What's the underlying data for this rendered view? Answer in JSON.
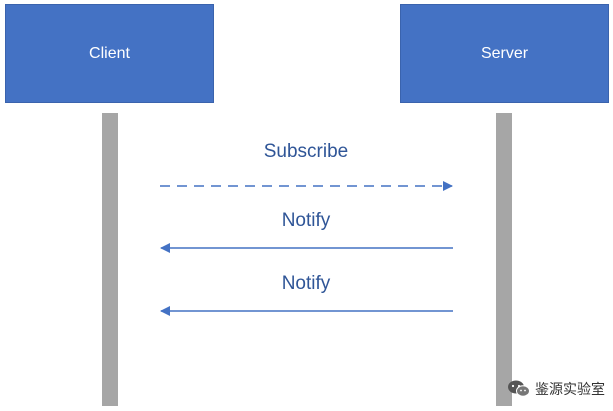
{
  "participants": {
    "client": "Client",
    "server": "Server"
  },
  "messages": [
    {
      "label": "Subscribe",
      "from": "client",
      "to": "server",
      "style": "dashed"
    },
    {
      "label": "Notify",
      "from": "server",
      "to": "client",
      "style": "solid"
    },
    {
      "label": "Notify",
      "from": "server",
      "to": "client",
      "style": "solid"
    }
  ],
  "colors": {
    "box": "#4472c4",
    "lifeline": "#a6a6a6",
    "arrow": "#4472c4",
    "label": "#2f5597"
  },
  "watermark": {
    "text": "鉴源实验室",
    "icon": "wechat-icon"
  }
}
